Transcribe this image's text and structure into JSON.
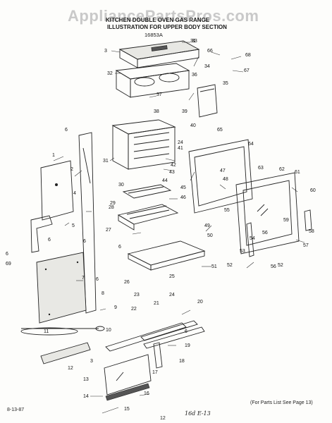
{
  "watermark": "AppliancePartsPros.com",
  "header": {
    "line1": "KITCHEN DOUBLE OVEN GAS RANGE",
    "line2": "ILLUSTRATION FOR UPPER BODY SECTION",
    "code": "16853A"
  },
  "footer": {
    "date": "8-13-87",
    "page": "12",
    "note": "(For Parts List See Page 13)",
    "handwritten": "16d E-13"
  },
  "parts": [
    {
      "label": "1"
    },
    {
      "label": "2"
    },
    {
      "label": "3"
    },
    {
      "label": "3"
    },
    {
      "label": "4"
    },
    {
      "label": "5"
    },
    {
      "label": "6"
    },
    {
      "label": "6"
    },
    {
      "label": "6"
    },
    {
      "label": "6"
    },
    {
      "label": "6"
    },
    {
      "label": "6"
    },
    {
      "label": "6"
    },
    {
      "label": "7"
    },
    {
      "label": "8"
    },
    {
      "label": "9"
    },
    {
      "label": "10"
    },
    {
      "label": "11"
    },
    {
      "label": "12"
    },
    {
      "label": "13"
    },
    {
      "label": "14"
    },
    {
      "label": "15"
    },
    {
      "label": "16"
    },
    {
      "label": "17"
    },
    {
      "label": "18"
    },
    {
      "label": "19"
    },
    {
      "label": "20"
    },
    {
      "label": "21"
    },
    {
      "label": "22"
    },
    {
      "label": "23"
    },
    {
      "label": "24"
    },
    {
      "label": "24"
    },
    {
      "label": "25"
    },
    {
      "label": "26"
    },
    {
      "label": "27"
    },
    {
      "label": "28"
    },
    {
      "label": "29"
    },
    {
      "label": "30"
    },
    {
      "label": "31"
    },
    {
      "label": "31"
    },
    {
      "label": "32"
    },
    {
      "label": "33"
    },
    {
      "label": "34"
    },
    {
      "label": "35"
    },
    {
      "label": "36"
    },
    {
      "label": "37"
    },
    {
      "label": "38"
    },
    {
      "label": "39"
    },
    {
      "label": "40"
    },
    {
      "label": "41"
    },
    {
      "label": "42"
    },
    {
      "label": "43"
    },
    {
      "label": "44"
    },
    {
      "label": "45"
    },
    {
      "label": "46"
    },
    {
      "label": "47"
    },
    {
      "label": "48"
    },
    {
      "label": "49"
    },
    {
      "label": "50"
    },
    {
      "label": "51"
    },
    {
      "label": "52"
    },
    {
      "label": "52"
    },
    {
      "label": "53"
    },
    {
      "label": "54"
    },
    {
      "label": "55"
    },
    {
      "label": "56"
    },
    {
      "label": "56"
    },
    {
      "label": "57"
    },
    {
      "label": "58"
    },
    {
      "label": "59"
    },
    {
      "label": "60"
    },
    {
      "label": "61"
    },
    {
      "label": "62"
    },
    {
      "label": "63"
    },
    {
      "label": "64"
    },
    {
      "label": "65"
    },
    {
      "label": "66"
    },
    {
      "label": "67"
    },
    {
      "label": "68"
    },
    {
      "label": "69"
    }
  ]
}
